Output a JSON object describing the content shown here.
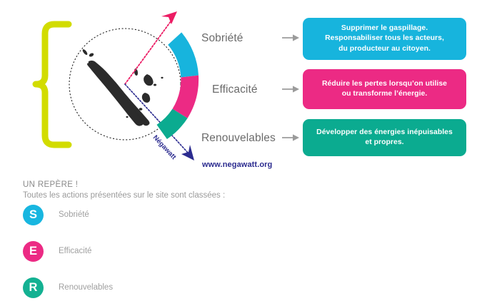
{
  "colors": {
    "sobriete": "#17b4dd",
    "efficacite": "#ec2a84",
    "renouvelables": "#0bab90",
    "brace": "#d2dc00",
    "arrow_up": "#ec1c64",
    "arrow_down": "#2b2b8f",
    "map": "#2b2b2b",
    "label_grey": "#6b6b6b",
    "legend_grey": "#a0a0a0",
    "background": "#ffffff"
  },
  "diagram": {
    "brace_icon": "curly-brace",
    "map_icon": "new-caledonia-map",
    "dotted_circle_icon": "dotted-circle",
    "negawatt_axis_label": "Négawatt",
    "negawatt_url": "www.negawatt.org",
    "arrow_icon": "right-arrow"
  },
  "rows": [
    {
      "key": "sobriete",
      "label": "Sobriété",
      "arrow": "right-arrow",
      "callout": "Supprimer le gaspillage.\nResponsabiliser tous les acteurs,\ndu producteur au citoyen.",
      "color": "#17b4dd"
    },
    {
      "key": "efficacite",
      "label": "Efficacité",
      "arrow": "right-arrow",
      "callout": "Réduire les pertes lorsqu’on utilise\nou transforme l’énergie.",
      "color": "#ec2a84"
    },
    {
      "key": "renouvelables",
      "label": "Renouvelables",
      "arrow": "right-arrow",
      "callout": "Développer des énergies inépuisables\net propres.",
      "color": "#0bab90"
    }
  ],
  "legend": {
    "title": "UN REPÈRE !",
    "subtitle": "Toutes les actions présentées sur le site sont classées :",
    "items": [
      {
        "badge": "S",
        "label": "Sobriété",
        "color": "#18b6e0"
      },
      {
        "badge": "E",
        "label": "Efficacité",
        "color": "#ec2a84"
      },
      {
        "badge": "R",
        "label": "Renouvelables",
        "color": "#13b192"
      }
    ]
  }
}
